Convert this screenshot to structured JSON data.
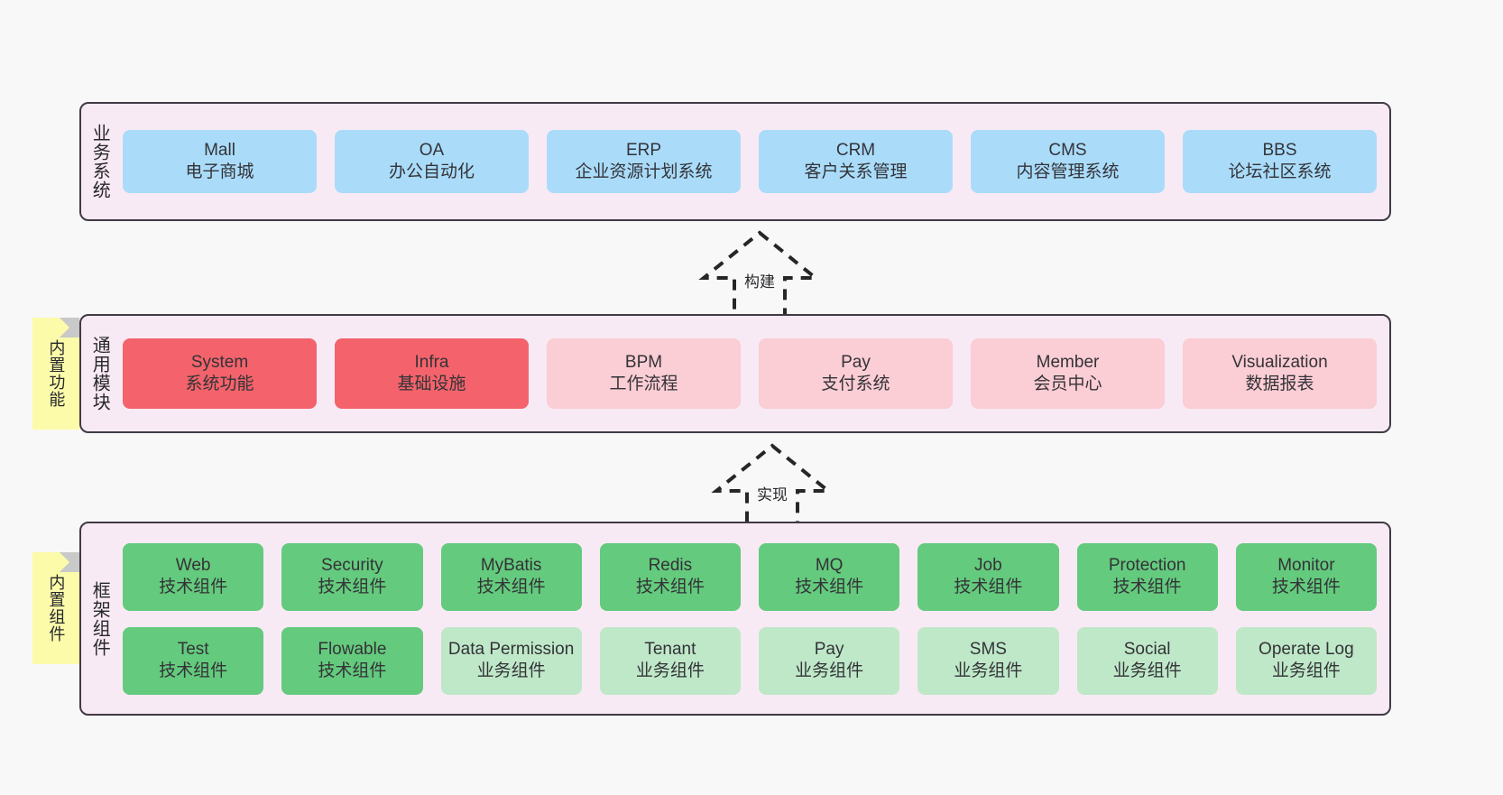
{
  "diagram": {
    "background_color": "#f8f8f8",
    "container_fill": "#f8eaf4",
    "container_border": "#413a45",
    "sticky_fill": "#fbfbaa"
  },
  "layers": [
    {
      "id": "business-system",
      "title": "业务系统",
      "rows": [
        {
          "nodes": [
            {
              "en": "Mall",
              "cn": "电子商城",
              "color": "#aadcfa",
              "style": "c-blue"
            },
            {
              "en": "OA",
              "cn": "办公自动化",
              "color": "#aadcfa",
              "style": "c-blue"
            },
            {
              "en": "ERP",
              "cn": "企业资源计划系统",
              "color": "#aadcfa",
              "style": "c-blue"
            },
            {
              "en": "CRM",
              "cn": "客户关系管理",
              "color": "#aadcfa",
              "style": "c-blue"
            },
            {
              "en": "CMS",
              "cn": "内容管理系统",
              "color": "#aadcfa",
              "style": "c-blue"
            },
            {
              "en": "BBS",
              "cn": "论坛社区系统",
              "color": "#aadcfa",
              "style": "c-blue"
            }
          ]
        }
      ]
    },
    {
      "id": "common-module",
      "title": "通用模块",
      "sticky": "内置功能",
      "rows": [
        {
          "nodes": [
            {
              "en": "System",
              "cn": "系统功能",
              "color": "#f4636b",
              "style": "c-red-strong"
            },
            {
              "en": "Infra",
              "cn": "基础设施",
              "color": "#f4636b",
              "style": "c-red-strong"
            },
            {
              "en": "BPM",
              "cn": "工作流程",
              "color": "#fbcdd4",
              "style": "c-red-light"
            },
            {
              "en": "Pay",
              "cn": "支付系统",
              "color": "#fbcdd4",
              "style": "c-red-light"
            },
            {
              "en": "Member",
              "cn": "会员中心",
              "color": "#fbcdd4",
              "style": "c-red-light"
            },
            {
              "en": "Visualization",
              "cn": "数据报表",
              "color": "#fbcdd4",
              "style": "c-red-light"
            }
          ]
        }
      ]
    },
    {
      "id": "framework-component",
      "title": "框架组件",
      "sticky": "内置组件",
      "rows": [
        {
          "nodes": [
            {
              "en": "Web",
              "cn": "技术组件",
              "color": "#64ca7d",
              "style": "c-green-strong"
            },
            {
              "en": "Security",
              "cn": "技术组件",
              "color": "#64ca7d",
              "style": "c-green-strong"
            },
            {
              "en": "MyBatis",
              "cn": "技术组件",
              "color": "#64ca7d",
              "style": "c-green-strong"
            },
            {
              "en": "Redis",
              "cn": "技术组件",
              "color": "#64ca7d",
              "style": "c-green-strong"
            },
            {
              "en": "MQ",
              "cn": "技术组件",
              "color": "#64ca7d",
              "style": "c-green-strong"
            },
            {
              "en": "Job",
              "cn": "技术组件",
              "color": "#64ca7d",
              "style": "c-green-strong"
            },
            {
              "en": "Protection",
              "cn": "技术组件",
              "color": "#64ca7d",
              "style": "c-green-strong"
            },
            {
              "en": "Monitor",
              "cn": "技术组件",
              "color": "#64ca7d",
              "style": "c-green-strong"
            }
          ]
        },
        {
          "nodes": [
            {
              "en": "Test",
              "cn": "技术组件",
              "color": "#64ca7d",
              "style": "c-green-strong"
            },
            {
              "en": "Flowable",
              "cn": "技术组件",
              "color": "#64ca7d",
              "style": "c-green-strong"
            },
            {
              "en": "Data Permission",
              "cn": "业务组件",
              "color": "#bfe8c8",
              "style": "c-green-light"
            },
            {
              "en": "Tenant",
              "cn": "业务组件",
              "color": "#bfe8c8",
              "style": "c-green-light"
            },
            {
              "en": "Pay",
              "cn": "业务组件",
              "color": "#bfe8c8",
              "style": "c-green-light"
            },
            {
              "en": "SMS",
              "cn": "业务组件",
              "color": "#bfe8c8",
              "style": "c-green-light"
            },
            {
              "en": "Social",
              "cn": "业务组件",
              "color": "#bfe8c8",
              "style": "c-green-light"
            },
            {
              "en": "Operate Log",
              "cn": "业务组件",
              "color": "#bfe8c8",
              "style": "c-green-light"
            }
          ]
        }
      ]
    }
  ],
  "connectors": [
    {
      "id": "build",
      "label": "构建",
      "from": "common-module",
      "to": "business-system",
      "style": "dashed-hollow-arrow"
    },
    {
      "id": "implement",
      "label": "实现",
      "from": "framework-component",
      "to": "common-module",
      "style": "dashed-hollow-arrow"
    }
  ]
}
